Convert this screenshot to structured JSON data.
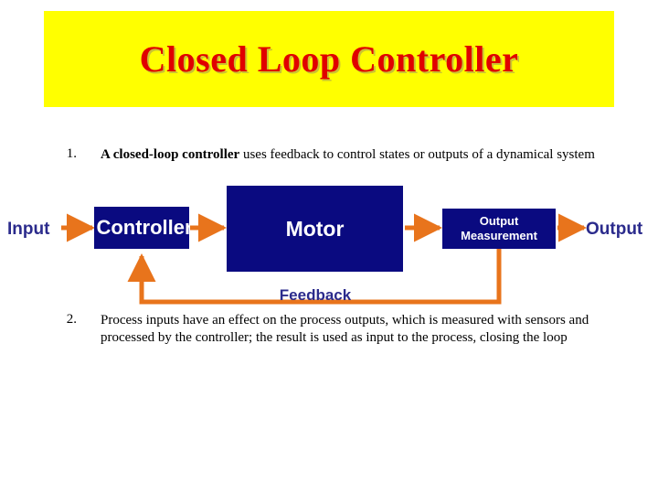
{
  "slide": {
    "title": "Closed Loop Controller",
    "title_color": "#E00000",
    "banner_color": "#FFFF00",
    "background": "#ffffff"
  },
  "bullets": [
    {
      "number": "1.",
      "bold_lead": "A closed-loop controller",
      "rest": " uses feedback to control states or outputs of a dynamical system"
    },
    {
      "number": "2.",
      "bold_lead": "",
      "rest": "Process inputs have an effect on the process outputs, which is measured with sensors and processed by the controller; the result is used as input to the process, closing the loop"
    }
  ],
  "diagram": {
    "box_color": "#0A0A80",
    "arrow_color": "#E8741C",
    "label_color": "#2B2B8C",
    "blocks": [
      {
        "id": "controller",
        "label": "Controller"
      },
      {
        "id": "motor",
        "label": "Motor"
      },
      {
        "id": "measurement",
        "label_line1": "Output",
        "label_line2": "Measurement"
      }
    ],
    "labels": {
      "input": "Input",
      "output": "Output",
      "feedback": "Feedback"
    }
  }
}
